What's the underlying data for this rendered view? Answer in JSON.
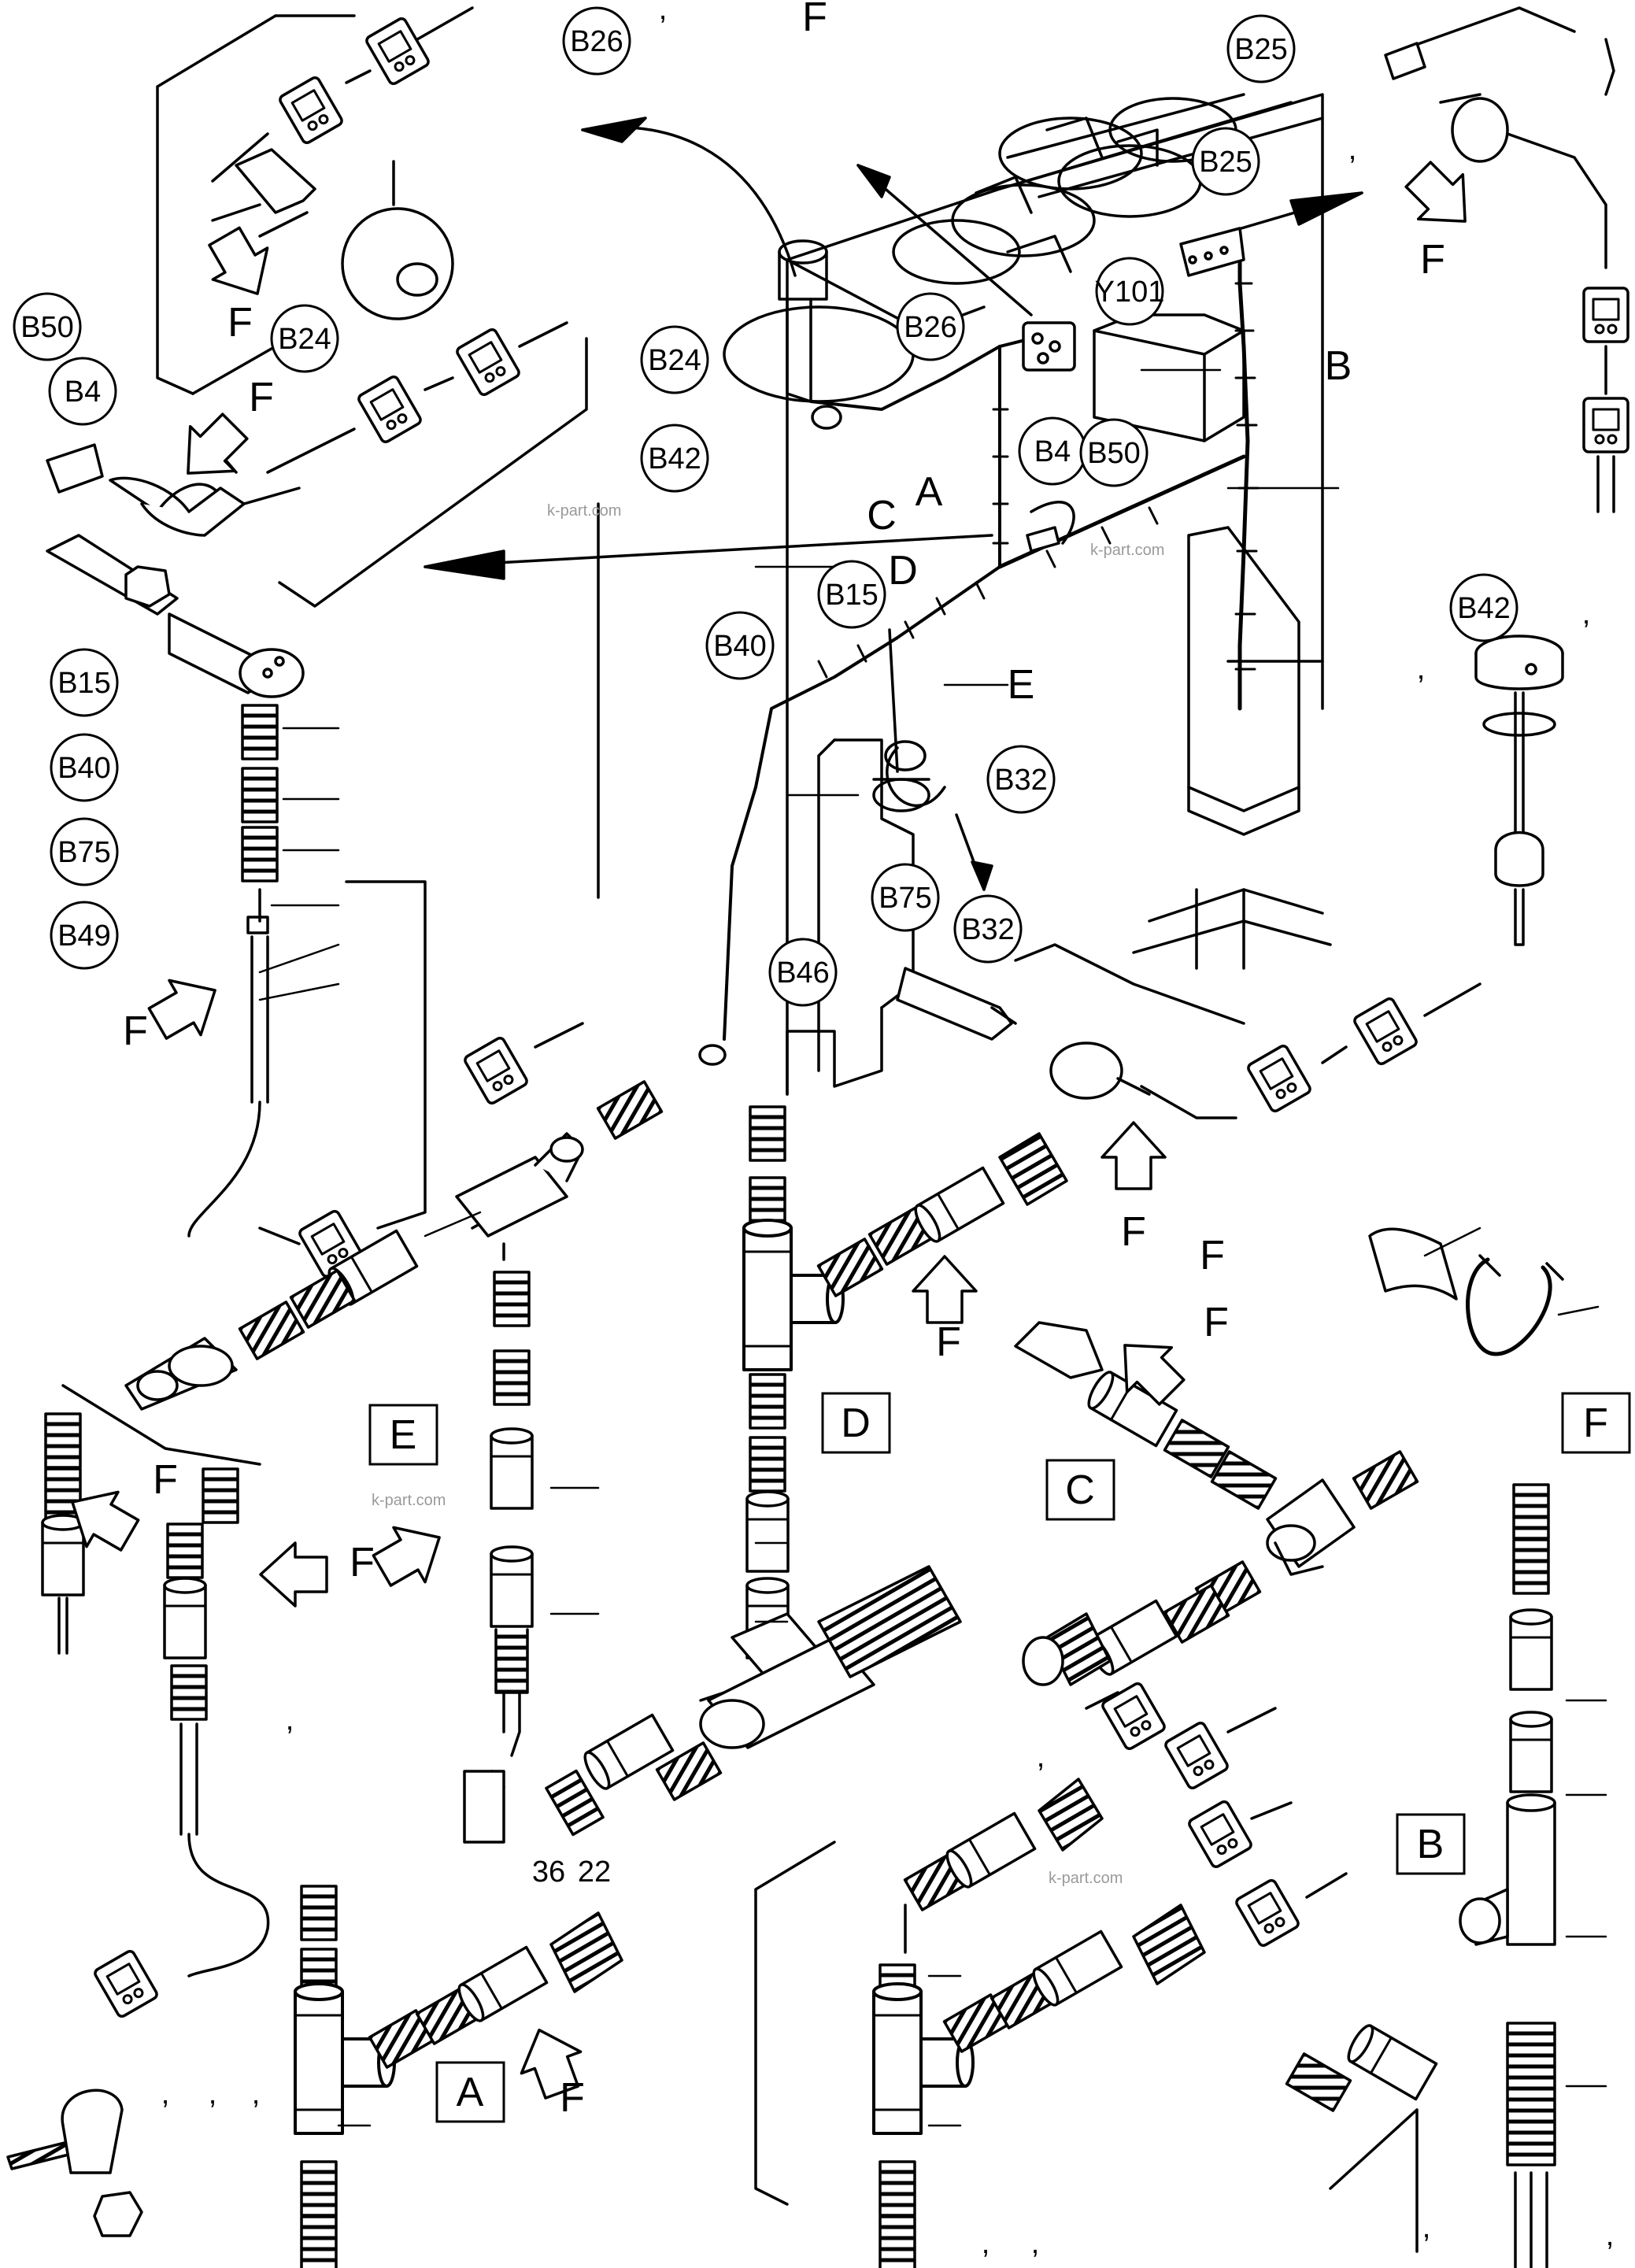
{
  "bubbles": [
    {
      "id": "b26-top",
      "text": "B26"
    },
    {
      "id": "b25-top",
      "text": "B25"
    },
    {
      "id": "b25-mid",
      "text": "B25"
    },
    {
      "id": "b50",
      "text": "B50"
    },
    {
      "id": "b24-left",
      "text": "B24"
    },
    {
      "id": "b4-left",
      "text": "B4"
    },
    {
      "id": "b24-center",
      "text": "B24"
    },
    {
      "id": "b26-center",
      "text": "B26"
    },
    {
      "id": "y101",
      "text": "Y101"
    },
    {
      "id": "b42-center",
      "text": "B42"
    },
    {
      "id": "b4-center",
      "text": "B4"
    },
    {
      "id": "b50-center",
      "text": "B50"
    },
    {
      "id": "b15-center",
      "text": "B15"
    },
    {
      "id": "b40-center",
      "text": "B40"
    },
    {
      "id": "b32-a",
      "text": "B32"
    },
    {
      "id": "b75-center",
      "text": "B75"
    },
    {
      "id": "b32-b",
      "text": "B32"
    },
    {
      "id": "b46",
      "text": "B46"
    },
    {
      "id": "b15-left",
      "text": "B15"
    },
    {
      "id": "b40-left",
      "text": "B40"
    },
    {
      "id": "b75-left",
      "text": "B75"
    },
    {
      "id": "b49-left",
      "text": "B49"
    },
    {
      "id": "b42-right",
      "text": "B42"
    }
  ],
  "sections": [
    "E",
    "D",
    "C",
    "F",
    "B",
    "A"
  ],
  "view_letters": [
    "A",
    "B",
    "C",
    "D",
    "E"
  ],
  "f_arrow_label": "F",
  "part_numbers": [
    "36",
    "22"
  ],
  "commas": [
    ","
  ],
  "watermark": "k-part.com",
  "colors": {
    "ink": "#000000",
    "paper": "#ffffff",
    "watermark": "#9a9a9a"
  }
}
